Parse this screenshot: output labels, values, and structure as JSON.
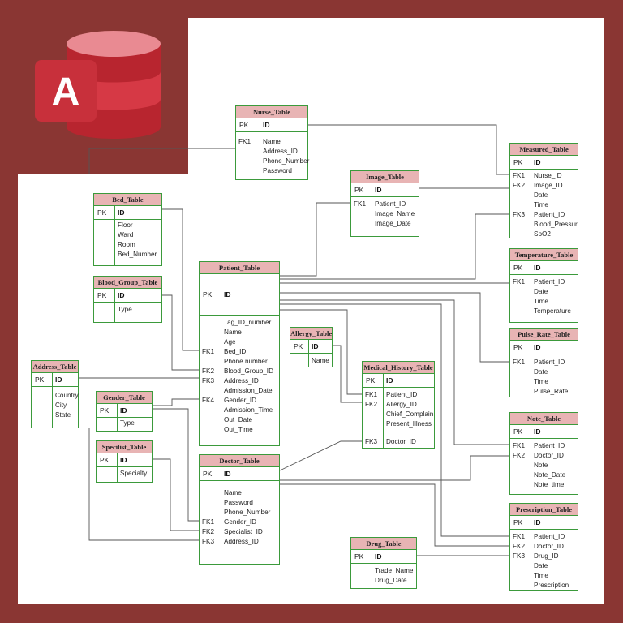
{
  "logo": {
    "letter": "A",
    "icon": "microsoft-access-icon",
    "colors": {
      "cylinder": "#c62f3b",
      "cylinder_top": "#e8808a",
      "badge": "#d1313d"
    }
  },
  "colors": {
    "frame": "#8a3633",
    "paper": "#ffffff",
    "table_border": "#3b9a3b",
    "table_header": "#e8b4b4",
    "connector": "#555555"
  },
  "tables": {
    "nurse": {
      "title": "Nurse_Table",
      "pk": "PK",
      "pk_field": "ID",
      "fields": [
        {
          "key": "FK1",
          "name": "Name"
        },
        {
          "key": "",
          "name": "Address_ID"
        },
        {
          "key": "",
          "name": "Phone_Number"
        },
        {
          "key": "",
          "name": "Password"
        }
      ]
    },
    "measured": {
      "title": "Measured_Table",
      "pk": "PK",
      "pk_field": "ID",
      "fields": [
        {
          "key": "FK1",
          "name": "Nurse_ID"
        },
        {
          "key": "FK2",
          "name": "Image_ID"
        },
        {
          "key": "",
          "name": "Date"
        },
        {
          "key": "",
          "name": "Time"
        },
        {
          "key": "FK3",
          "name": "Patient_ID"
        },
        {
          "key": "",
          "name": "Blood_Pressur"
        },
        {
          "key": "",
          "name": "SpO2"
        }
      ]
    },
    "image": {
      "title": "Image_Table",
      "pk": "PK",
      "pk_field": "ID",
      "fields": [
        {
          "key": "FK1",
          "name": "Patient_ID"
        },
        {
          "key": "",
          "name": "Image_Name"
        },
        {
          "key": "",
          "name": "Image_Date"
        }
      ]
    },
    "bed": {
      "title": "Bed_Table",
      "pk": "PK",
      "pk_field": "ID",
      "fields": [
        {
          "key": "",
          "name": "Floor"
        },
        {
          "key": "",
          "name": "Ward"
        },
        {
          "key": "",
          "name": "Room"
        },
        {
          "key": "",
          "name": "Bed_Number"
        }
      ]
    },
    "patient": {
      "title": "Patient_Table",
      "pk": "PK",
      "pk_field": "ID",
      "fields": [
        {
          "key": "",
          "name": "Tag_ID_number"
        },
        {
          "key": "",
          "name": "Name"
        },
        {
          "key": "",
          "name": "Age"
        },
        {
          "key": "FK1",
          "name": "Bed_ID"
        },
        {
          "key": "",
          "name": "Phone number"
        },
        {
          "key": "FK2",
          "name": "Blood_Group_ID"
        },
        {
          "key": "FK3",
          "name": "Address_ID"
        },
        {
          "key": "",
          "name": "Admission_Date"
        },
        {
          "key": "FK4",
          "name": "Gender_ID"
        },
        {
          "key": "",
          "name": "Admission_Time"
        },
        {
          "key": "",
          "name": "Out_Date"
        },
        {
          "key": "",
          "name": "Out_Time"
        }
      ]
    },
    "temperature": {
      "title": "Temperature_Table",
      "pk": "PK",
      "pk_field": "ID",
      "fields": [
        {
          "key": "FK1",
          "name": "Patient_ID"
        },
        {
          "key": "",
          "name": "Date"
        },
        {
          "key": "",
          "name": "Time"
        },
        {
          "key": "",
          "name": "Temperature"
        }
      ]
    },
    "blood_group": {
      "title": "Blood_Group_Table",
      "pk": "PK",
      "pk_field": "ID",
      "fields": [
        {
          "key": "",
          "name": "Type"
        }
      ]
    },
    "allergy": {
      "title": "Allergy_Table",
      "pk": "PK",
      "pk_field": "ID",
      "fields": [
        {
          "key": "",
          "name": "Name"
        }
      ]
    },
    "pulse": {
      "title": "Pulse_Rate_Table",
      "pk": "PK",
      "pk_field": "ID",
      "fields": [
        {
          "key": "FK1",
          "name": "Patient_ID"
        },
        {
          "key": "",
          "name": "Date"
        },
        {
          "key": "",
          "name": "Time"
        },
        {
          "key": "",
          "name": "Pulse_Rate"
        }
      ]
    },
    "address": {
      "title": "Address_Table",
      "pk": "PK",
      "pk_field": "ID",
      "fields": [
        {
          "key": "",
          "name": "Country"
        },
        {
          "key": "",
          "name": "City"
        },
        {
          "key": "",
          "name": "State"
        }
      ]
    },
    "medical": {
      "title": "Medical_History_Table",
      "pk": "PK",
      "pk_field": "ID",
      "fields": [
        {
          "key": "FK1",
          "name": "Patient_ID"
        },
        {
          "key": "FK2",
          "name": "Allergy_ID"
        },
        {
          "key": "",
          "name": "Chief_Complain"
        },
        {
          "key": "",
          "name": "Present_Illness"
        },
        {
          "key": "FK3",
          "name": "Doctor_ID"
        }
      ]
    },
    "gender": {
      "title": "Gender_Table",
      "pk": "PK",
      "pk_field": "ID",
      "fields": [
        {
          "key": "",
          "name": "Type"
        }
      ]
    },
    "note": {
      "title": "Note_Table",
      "pk": "PK",
      "pk_field": "ID",
      "fields": [
        {
          "key": "FK1",
          "name": "Patient_ID"
        },
        {
          "key": "FK2",
          "name": "Doctor_ID"
        },
        {
          "key": "",
          "name": "Note"
        },
        {
          "key": "",
          "name": "Note_Date"
        },
        {
          "key": "",
          "name": "Note_time"
        }
      ]
    },
    "specialist": {
      "title": "Specilist_Table",
      "pk": "PK",
      "pk_field": "ID",
      "fields": [
        {
          "key": "",
          "name": "Specialty"
        }
      ]
    },
    "doctor": {
      "title": "Doctor_Table",
      "pk": "PK",
      "pk_field": "ID",
      "fields": [
        {
          "key": "",
          "name": "Name"
        },
        {
          "key": "",
          "name": "Password"
        },
        {
          "key": "",
          "name": "Phone_Number"
        },
        {
          "key": "FK1",
          "name": "Gender_ID"
        },
        {
          "key": "FK2",
          "name": "Specialist_ID"
        },
        {
          "key": "FK3",
          "name": "Address_ID"
        }
      ]
    },
    "prescription": {
      "title": "Prescription_Table",
      "pk": "PK",
      "pk_field": "ID",
      "fields": [
        {
          "key": "FK1",
          "name": "Patient_ID"
        },
        {
          "key": "FK2",
          "name": "Doctor_ID"
        },
        {
          "key": "FK3",
          "name": "Drug_ID"
        },
        {
          "key": "",
          "name": "Date"
        },
        {
          "key": "",
          "name": "Time"
        },
        {
          "key": "",
          "name": "Prescription"
        }
      ]
    },
    "drug": {
      "title": "Drug_Table",
      "pk": "PK",
      "pk_field": "ID",
      "fields": [
        {
          "key": "",
          "name": "Trade_Name"
        },
        {
          "key": "",
          "name": "Drug_Date"
        }
      ]
    }
  }
}
